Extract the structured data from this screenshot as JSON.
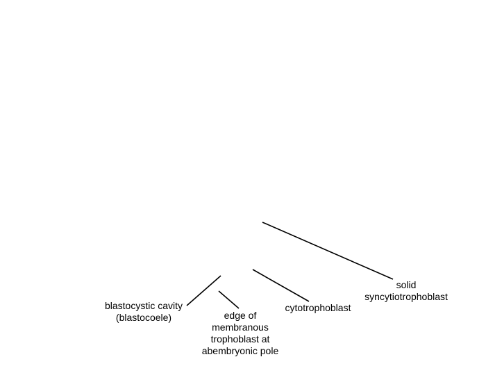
{
  "diagram": {
    "labels": {
      "blastocystic_cavity": [
        "blastocystic cavity",
        "(blastocoele)"
      ],
      "edge_of_trophoblast": [
        "edge of",
        "membranous",
        "trophoblast at",
        "abembryonic pole"
      ],
      "cytotrophoblast": [
        "cytotrophoblast"
      ],
      "syncytiotrophoblast": [
        "solid",
        "syncytiotrophoblast"
      ]
    },
    "colors": {
      "line": "#000000",
      "text": "#000000",
      "background": "#ffffff"
    }
  }
}
